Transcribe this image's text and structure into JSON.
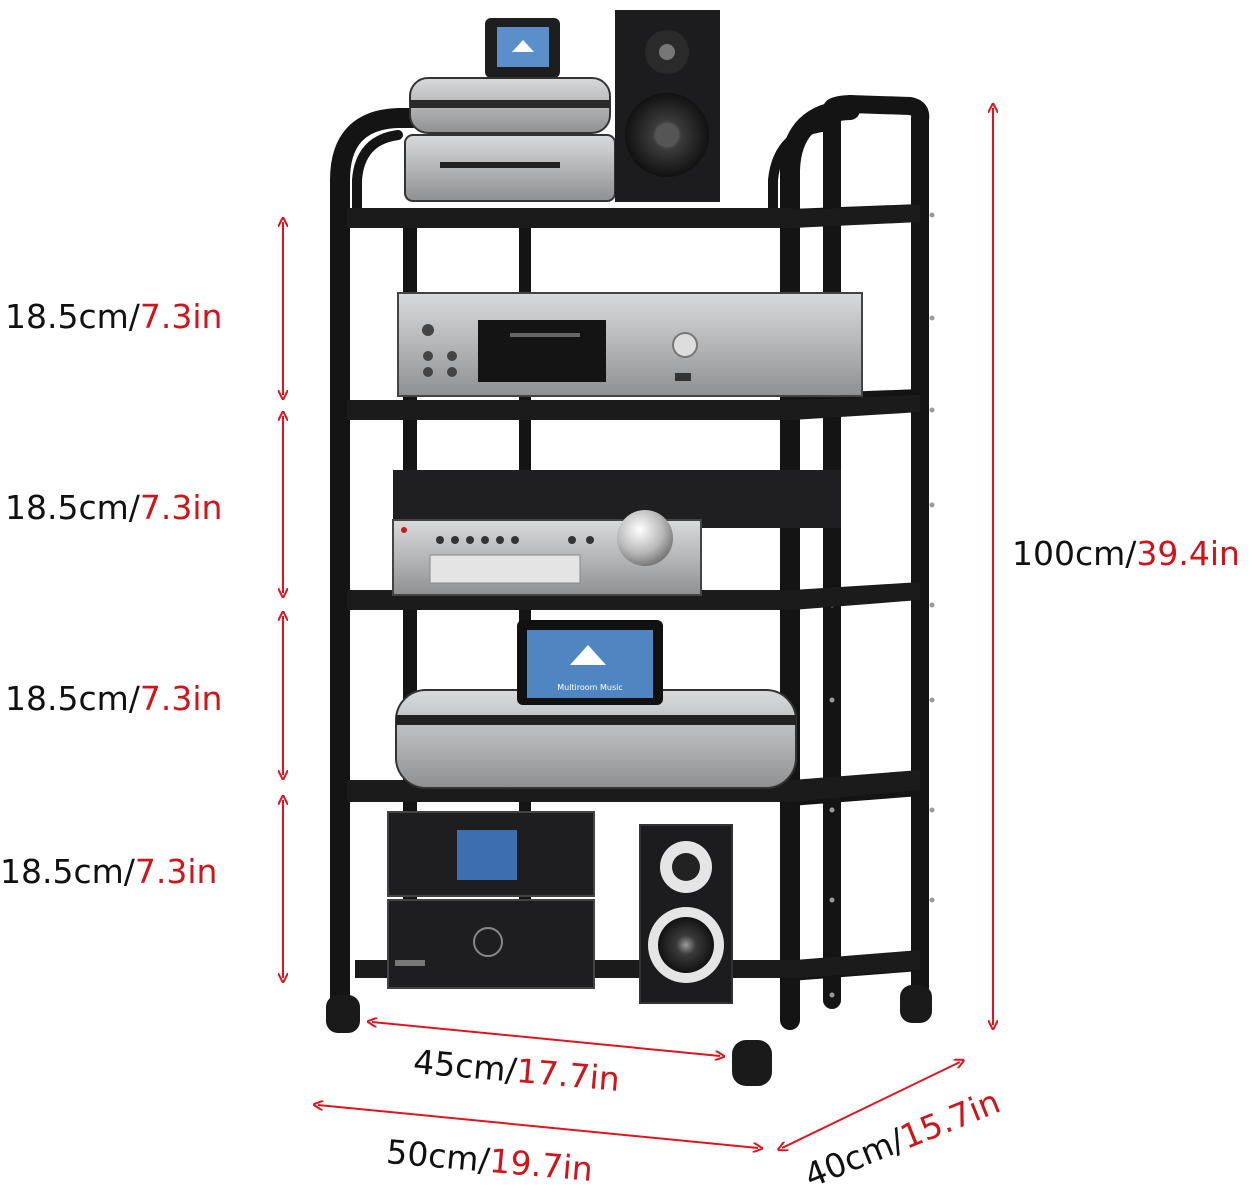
{
  "colors": {
    "frame": "#141414",
    "arrow": "#e0141e",
    "metric_text": "#111111",
    "imperial_text": "#d0141a",
    "device_silver": "#b8b9bb",
    "device_dark": "#1c1c1e"
  },
  "dimensions": {
    "shelf_1": {
      "cm": "18.5cm/",
      "in": "7.3in"
    },
    "shelf_2": {
      "cm": "18.5cm/",
      "in": "7.3in"
    },
    "shelf_3": {
      "cm": "18.5cm/",
      "in": "7.3in"
    },
    "shelf_4": {
      "cm": "18.5cm/",
      "in": "7.3in"
    },
    "height": {
      "cm": "100cm/",
      "in": "39.4in"
    },
    "inner_width": {
      "cm": "45cm/",
      "in": "17.7in"
    },
    "outer_width": {
      "cm": "50cm/",
      "in": "19.7in"
    },
    "depth": {
      "cm": "40cm/",
      "in": "15.7in"
    }
  },
  "screen_text": {
    "multiroom": "Multiroom Music"
  }
}
